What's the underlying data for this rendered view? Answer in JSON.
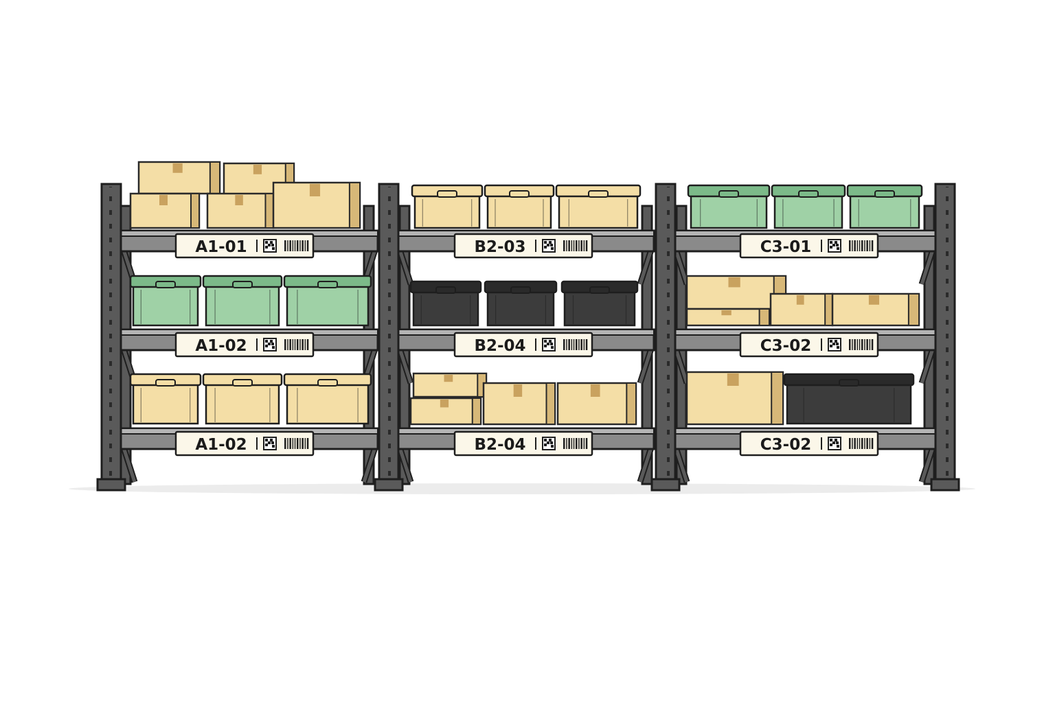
{
  "colors": {
    "upright": "#5a5a5a",
    "upright_outline": "#1e1e1e",
    "beam": "#8a8a8a",
    "beam_top": "#b4b4b4",
    "label_bg": "#fbf7e9",
    "cardboard": "#f4dea6",
    "cardboard_side": "#d7b878",
    "tape": "#c9a25f",
    "bin_green": "#9fd1a6",
    "bin_green_lid": "#7cba89",
    "bin_black": "#3c3c3c",
    "bin_black_lid": "#2a2a2a",
    "floor_shadow": "#ececec"
  },
  "rack": {
    "bays": [
      {
        "name": "A",
        "shelves": [
          {
            "location": "A1-01",
            "contents": "stacked cardboard boxes"
          },
          {
            "location": "A1-02",
            "contents": "green lidded bins"
          },
          {
            "location": "A1-02",
            "contents": "cardboard lidded boxes"
          }
        ]
      },
      {
        "name": "B",
        "shelves": [
          {
            "location": "B2-03",
            "contents": "cardboard lidded boxes"
          },
          {
            "location": "B2-04",
            "contents": "black lidded bins"
          },
          {
            "location": "B2-04",
            "contents": "cardboard boxes"
          }
        ]
      },
      {
        "name": "C",
        "shelves": [
          {
            "location": "C3-01",
            "contents": "green lidded bins"
          },
          {
            "location": "C3-02",
            "contents": "cardboard boxes"
          },
          {
            "location": "C3-02",
            "contents": "cardboard box and black bin"
          }
        ]
      }
    ]
  },
  "icons": {
    "qr": "qr-code-icon",
    "barcode": "barcode-icon"
  }
}
